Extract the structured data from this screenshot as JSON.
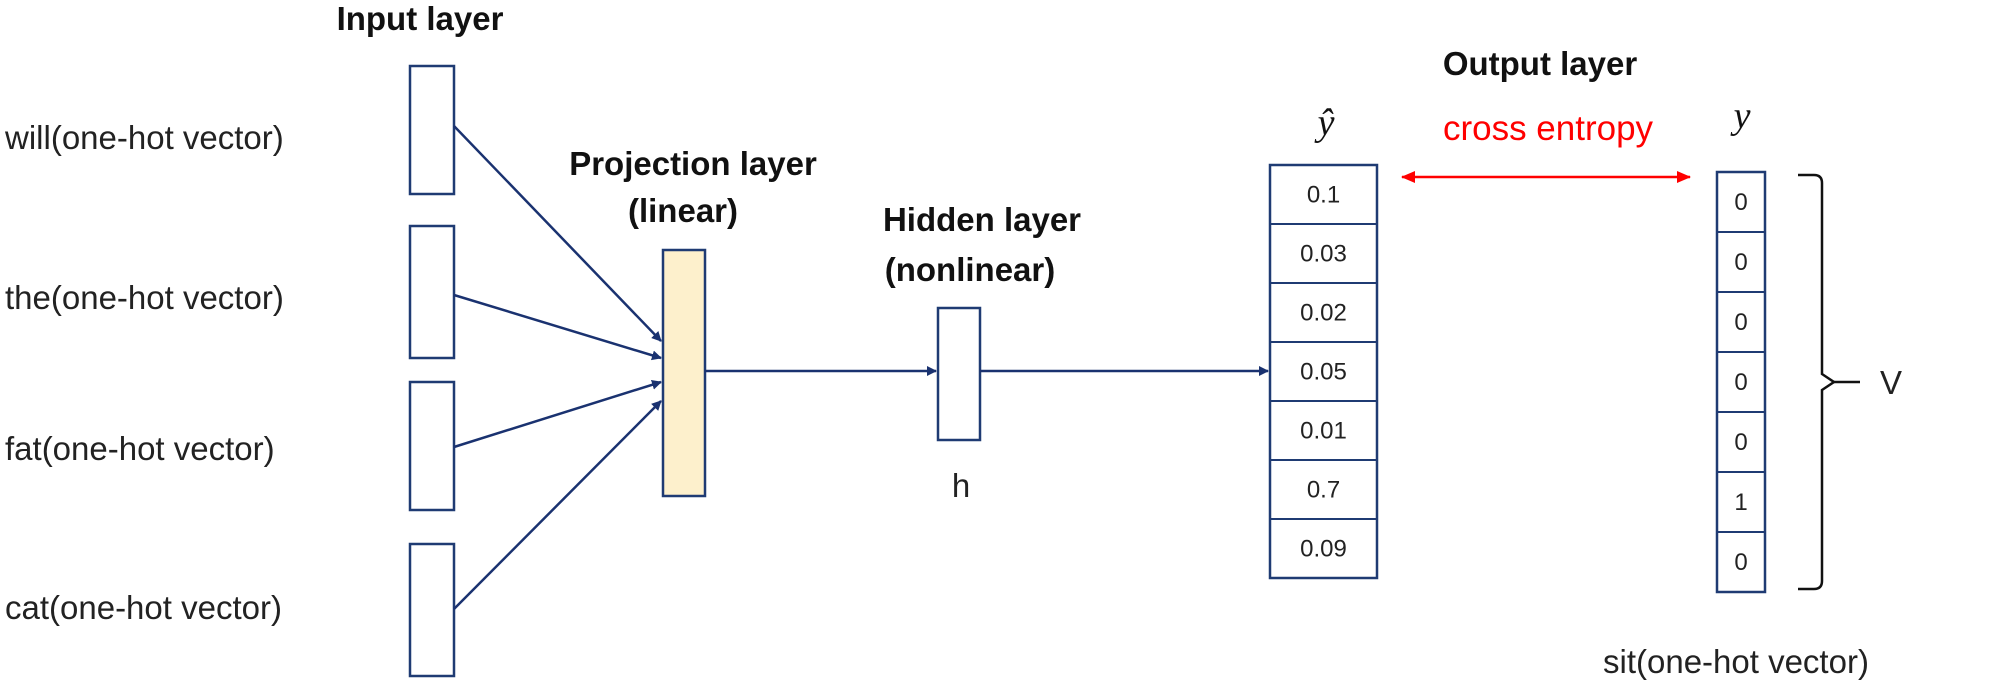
{
  "labels": {
    "input_layer": "Input layer",
    "projection_layer": "Projection layer",
    "projection_sub": "(linear)",
    "hidden_layer": "Hidden layer",
    "hidden_sub": "(nonlinear)",
    "output_layer": "Output layer",
    "cross_entropy": "cross entropy",
    "y_hat": "ŷ",
    "y": "y",
    "h": "h",
    "vocab": "V",
    "target": "sit(one-hot vector)"
  },
  "inputs": [
    "will(one-hot vector)",
    "the(one-hot vector)",
    "fat(one-hot vector)",
    "cat(one-hot vector)"
  ],
  "y_hat_values": [
    "0.1",
    "0.03",
    "0.02",
    "0.05",
    "0.01",
    "0.7",
    "0.09"
  ],
  "y_values": [
    "0",
    "0",
    "0",
    "0",
    "0",
    "1",
    "0"
  ],
  "highlight_index": 5,
  "colors": {
    "border": "#1f3b73",
    "arrow": "#1a3270",
    "projection_fill": "#fdf0cc",
    "highlight": "#ff0000"
  }
}
